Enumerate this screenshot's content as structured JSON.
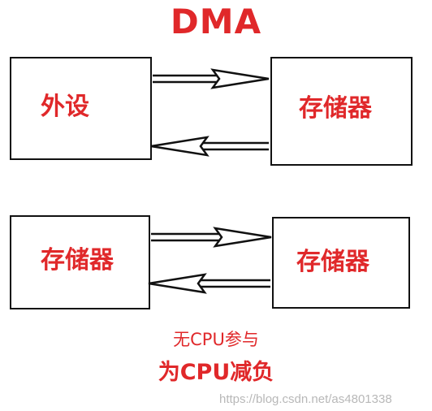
{
  "title": "DMA",
  "top_row": {
    "left_box": "外设",
    "right_box": "存储器"
  },
  "bottom_row": {
    "left_box": "存储器",
    "right_box": "存储器"
  },
  "note_line1": "无CPU参与",
  "note_line2": "为CPU减负",
  "watermark": "https://blog.csdn.net/as4801338",
  "colors": {
    "accent": "#e0282a",
    "outline": "#111111",
    "watermark": "#b8b8b8"
  },
  "icons": [
    "arrow-right-icon",
    "arrow-left-icon"
  ]
}
